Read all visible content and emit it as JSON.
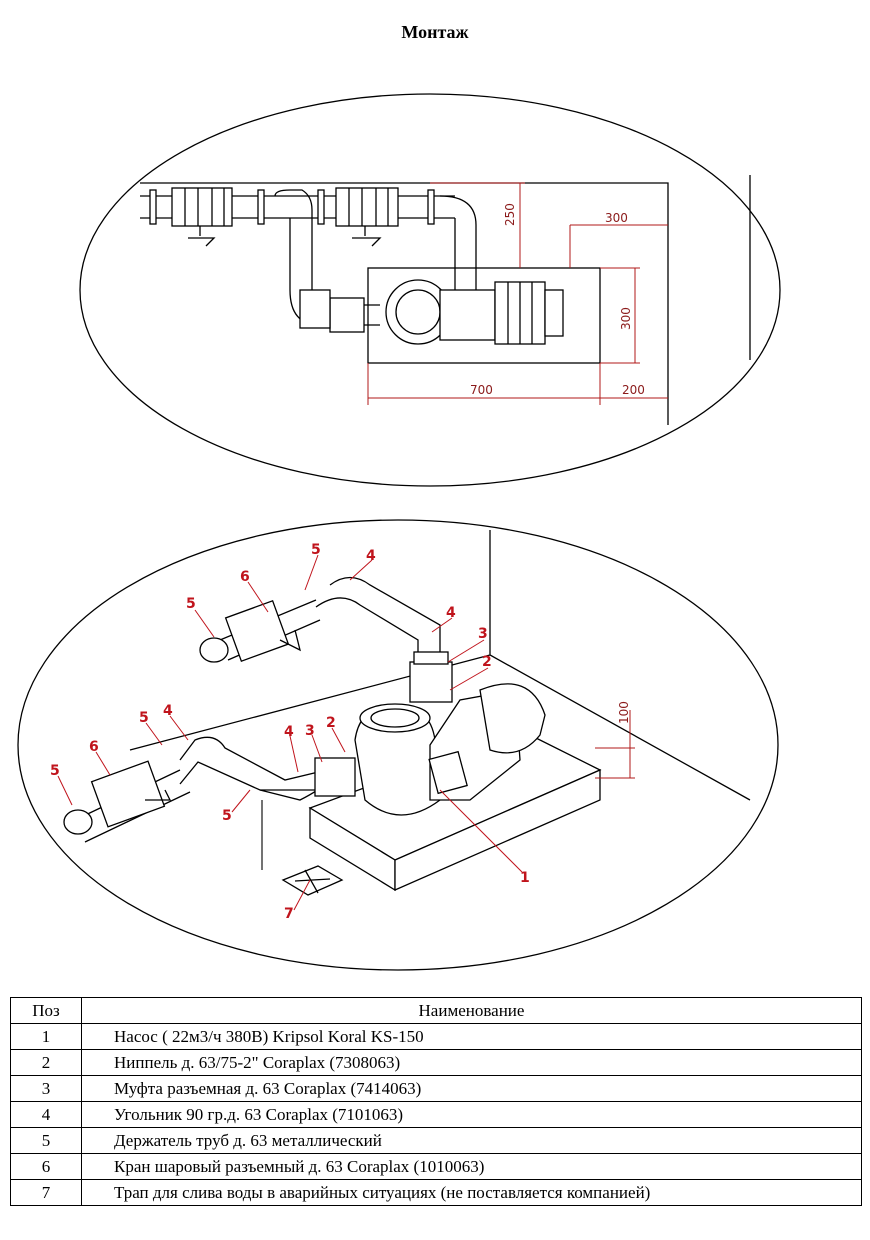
{
  "title": "Монтаж",
  "top_drawing": {
    "dimensions": [
      "250",
      "300",
      "300",
      "700",
      "200"
    ]
  },
  "bottom_drawing": {
    "callouts": [
      "5",
      "4",
      "6",
      "5",
      "4",
      "3",
      "2",
      "5",
      "4",
      "6",
      "5",
      "4",
      "3",
      "2",
      "5",
      "1",
      "7"
    ],
    "dimension": "100"
  },
  "parts_table": {
    "headers": [
      "Поз",
      "Наименование"
    ],
    "rows": [
      {
        "pos": "1",
        "name": "Насос ( 22м3/ч 380В) Kripsol Koral KS-150"
      },
      {
        "pos": "2",
        "name": "Ниппель д. 63/75-2\" Coraplax (7308063)"
      },
      {
        "pos": "3",
        "name": "Муфта разъемная д. 63 Coraplax (7414063)"
      },
      {
        "pos": "4",
        "name": "Угольник 90 гр.д. 63 Coraplax (7101063)"
      },
      {
        "pos": "5",
        "name": "Держатель труб д. 63 металлический"
      },
      {
        "pos": "6",
        "name": "Кран шаровый разъемный д. 63 Coraplax (1010063)"
      },
      {
        "pos": "7",
        "name": "Трап для слива воды в аварийных ситуациях (не поставляется компанией)"
      }
    ]
  }
}
